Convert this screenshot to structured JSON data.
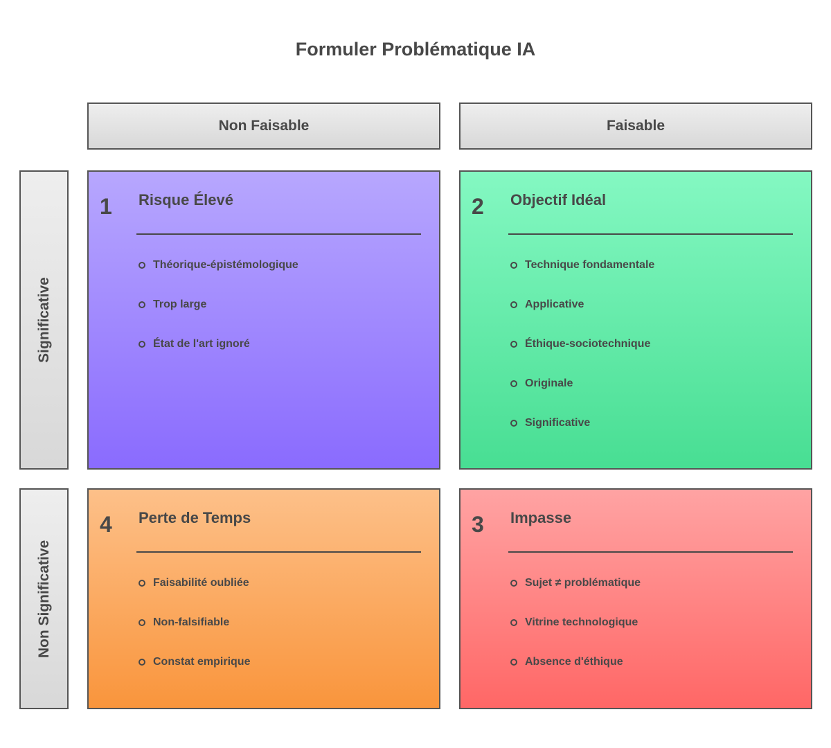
{
  "title": "Formuler Problématique IA",
  "columns": [
    "Non Faisable",
    "Faisable"
  ],
  "rows": [
    "Significative",
    "Non Significative"
  ],
  "quadrants": [
    {
      "number": "1",
      "title": "Risque Élevé",
      "color": "#9b85fe",
      "items": [
        "Théorique-épistémologique",
        "Trop large",
        "État de l'art ignoré"
      ]
    },
    {
      "number": "2",
      "title": "Objectif Idéal",
      "color": "#66eaa8",
      "items": [
        "Technique fondamentale",
        "Applicative",
        "Éthique-sociotechnique",
        "Originale",
        "Significative"
      ]
    },
    {
      "number": "4",
      "title": "Perte de Temps",
      "color": "#fbaa63",
      "items": [
        "Faisabilité oubliée",
        "Non-falsifiable",
        "Constat empirique"
      ]
    },
    {
      "number": "3",
      "title": "Impasse",
      "color": "#ff8585",
      "items": [
        "Sujet ≠ problématique",
        "Vitrine technologique",
        "Absence d'éthique"
      ]
    }
  ]
}
